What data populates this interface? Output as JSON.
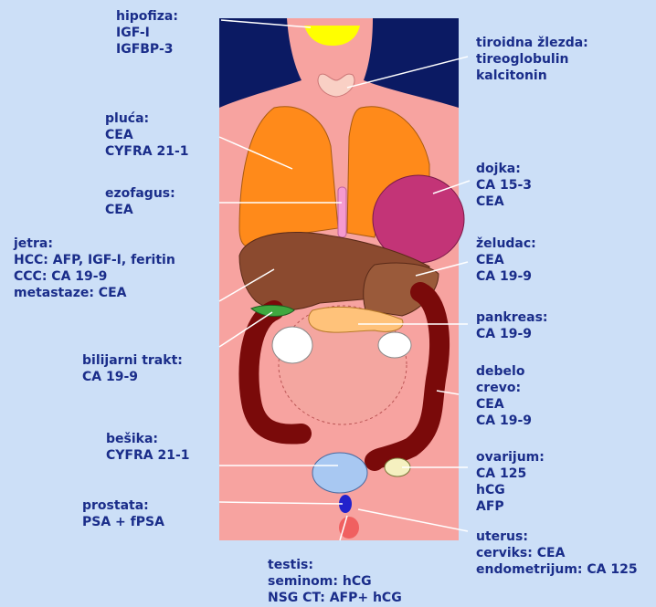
{
  "colors": {
    "background": "#ccdff7",
    "panel": "#0b1a63",
    "skin": "#f7a3a0",
    "label_text": "#1a2d8a",
    "lung": "#ff8a1a",
    "liver": "#8b4a2f",
    "breast": "#c33477",
    "colon": "#7a0a0a",
    "bladder": "#a8c8f2",
    "thyroid": "#f9d0c5",
    "pituitary": "#ffff00"
  },
  "labels": [
    {
      "id": "hipofiza",
      "lines": [
        "hipofiza:",
        "IGF-I",
        "IGFBP-3"
      ]
    },
    {
      "id": "tiroidna",
      "lines": [
        "tiroidna žlezda:",
        "tireoglobulin",
        "kalcitonin"
      ]
    },
    {
      "id": "pluca",
      "lines": [
        "pluća:",
        "CEA",
        "CYFRA 21-1"
      ]
    },
    {
      "id": "dojka",
      "lines": [
        "dojka:",
        "CA 15-3",
        "CEA"
      ]
    },
    {
      "id": "ezofagus",
      "lines": [
        "ezofagus:",
        "CEA"
      ]
    },
    {
      "id": "jetra",
      "lines": [
        "jetra:",
        "HCC: AFP, IGF-I, feritin",
        "CCC: CA 19-9",
        "metastaze: CEA"
      ]
    },
    {
      "id": "zeludac",
      "lines": [
        "želudac:",
        "CEA",
        "CA 19-9"
      ]
    },
    {
      "id": "pankreas",
      "lines": [
        "pankreas:",
        "CA 19-9"
      ]
    },
    {
      "id": "bilijarni",
      "lines": [
        "bilijarni trakt:",
        "CA 19-9"
      ]
    },
    {
      "id": "debelo",
      "lines": [
        "debelo",
        "crevo:",
        "CEA",
        "CA 19-9"
      ]
    },
    {
      "id": "besika",
      "lines": [
        "bešika:",
        "CYFRA 21-1"
      ]
    },
    {
      "id": "ovarijum",
      "lines": [
        "ovarijum:",
        "CA 125",
        "hCG",
        "AFP"
      ]
    },
    {
      "id": "prostata",
      "lines": [
        "prostata:",
        "PSA + fPSA"
      ]
    },
    {
      "id": "uterus",
      "lines": [
        "uterus:",
        "cerviks: CEA",
        "endometrijum: CA 125"
      ]
    },
    {
      "id": "testis",
      "lines": [
        "testis:",
        "seminom: hCG",
        "NSG CT: AFP+ hCG"
      ]
    }
  ]
}
